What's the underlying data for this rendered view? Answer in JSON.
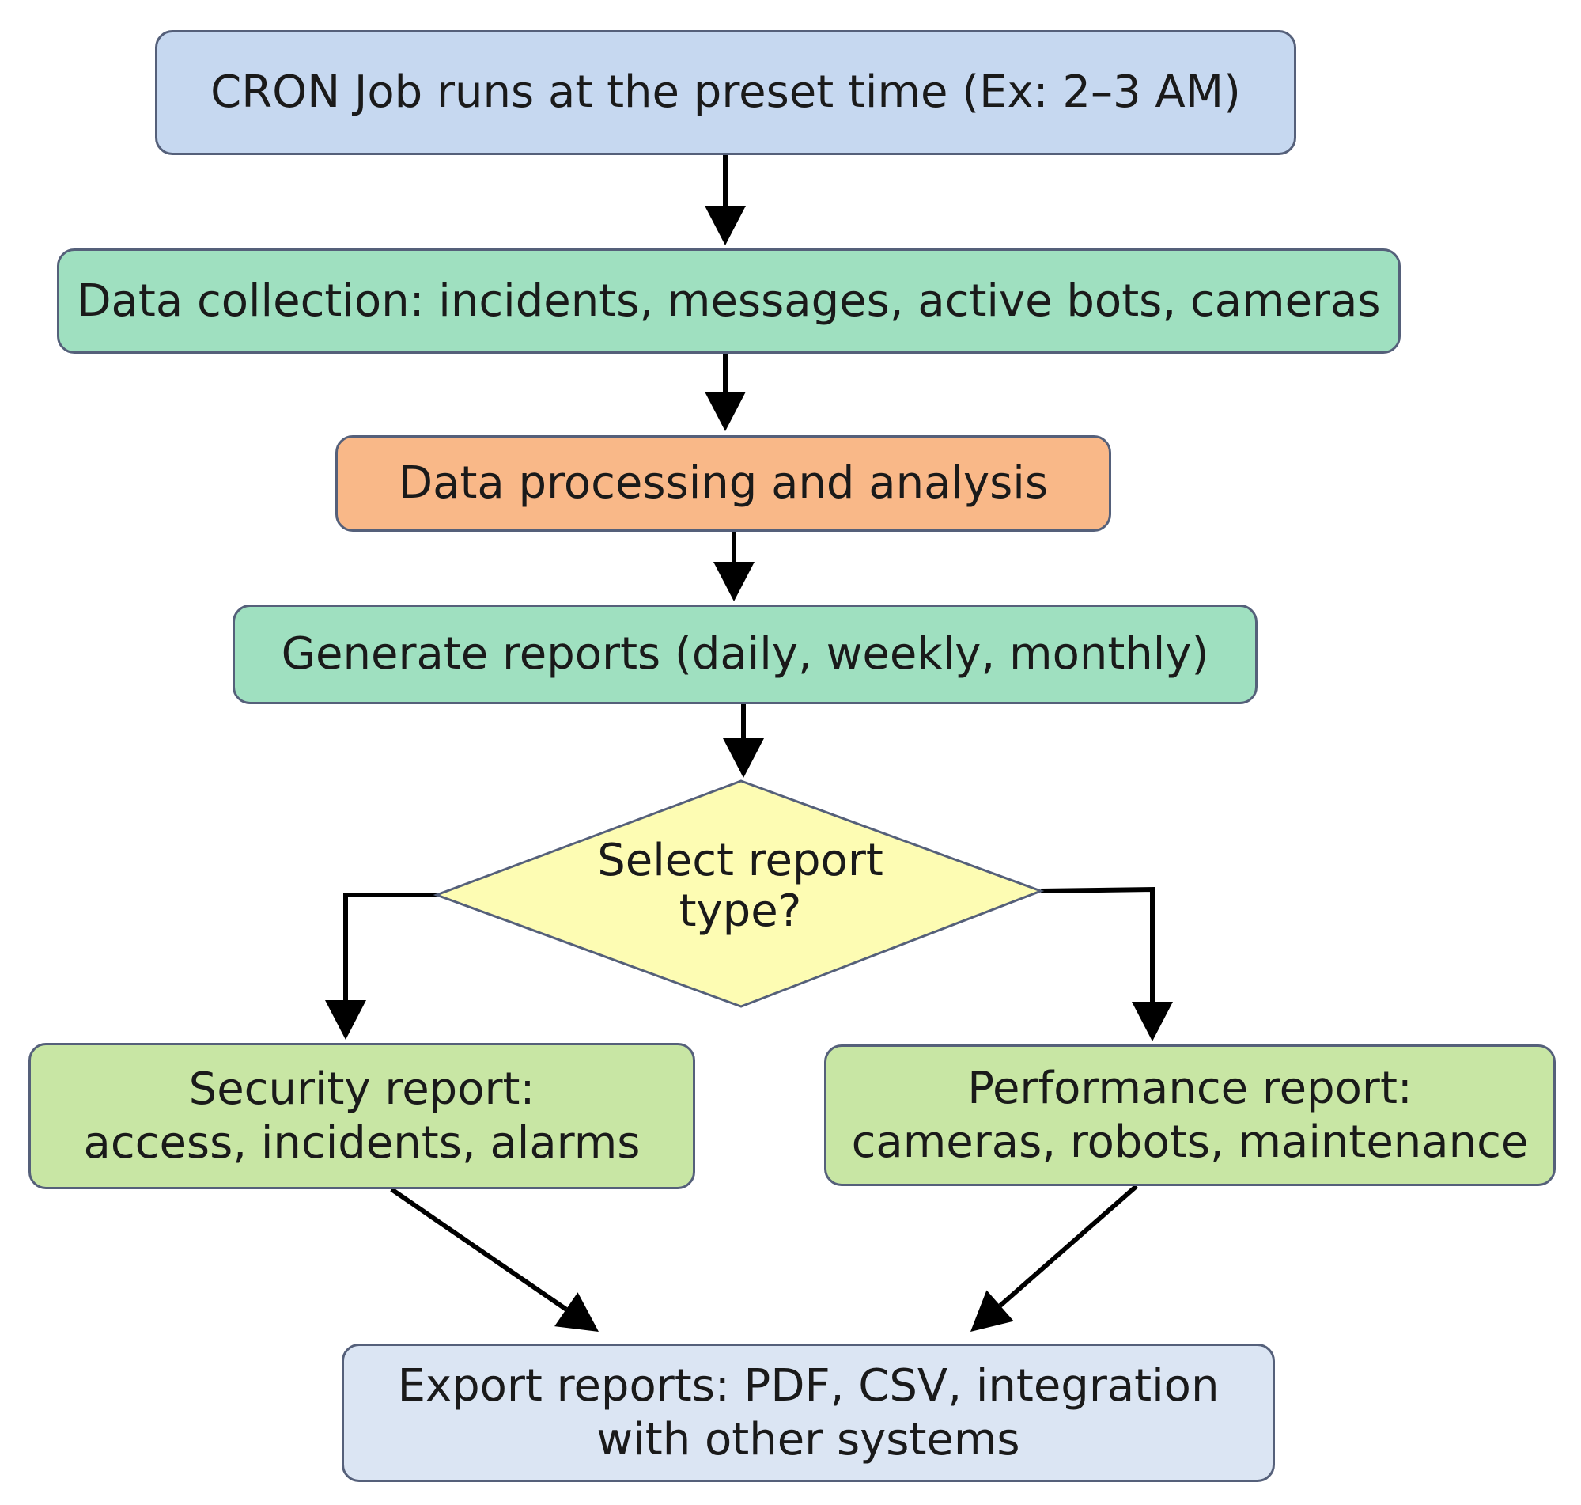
{
  "colors": {
    "start": "#c6d8f0",
    "collect": "#9fe0c0",
    "process": "#f9b888",
    "generate": "#9fe0c0",
    "decision": "#fdfcb3",
    "report": "#c8e6a4",
    "export": "#dbe5f3",
    "stroke": "#55607a",
    "arrow": "#000000"
  },
  "nodes": {
    "start": {
      "text": "CRON Job runs at the preset time (Ex: 2–3 AM)"
    },
    "collect": {
      "text": "Data collection: incidents, messages, active bots, cameras"
    },
    "process": {
      "text": "Data processing and analysis"
    },
    "generate": {
      "text": "Generate reports (daily, weekly, monthly)"
    },
    "decision": {
      "line1": "Select report",
      "line2": "type?"
    },
    "security": {
      "line1": "Security report:",
      "line2": "access, incidents, alarms"
    },
    "performance": {
      "line1": "Performance report:",
      "line2": "cameras, robots, maintenance"
    },
    "export": {
      "line1": "Export reports: PDF, CSV, integration",
      "line2": "with other systems"
    }
  }
}
